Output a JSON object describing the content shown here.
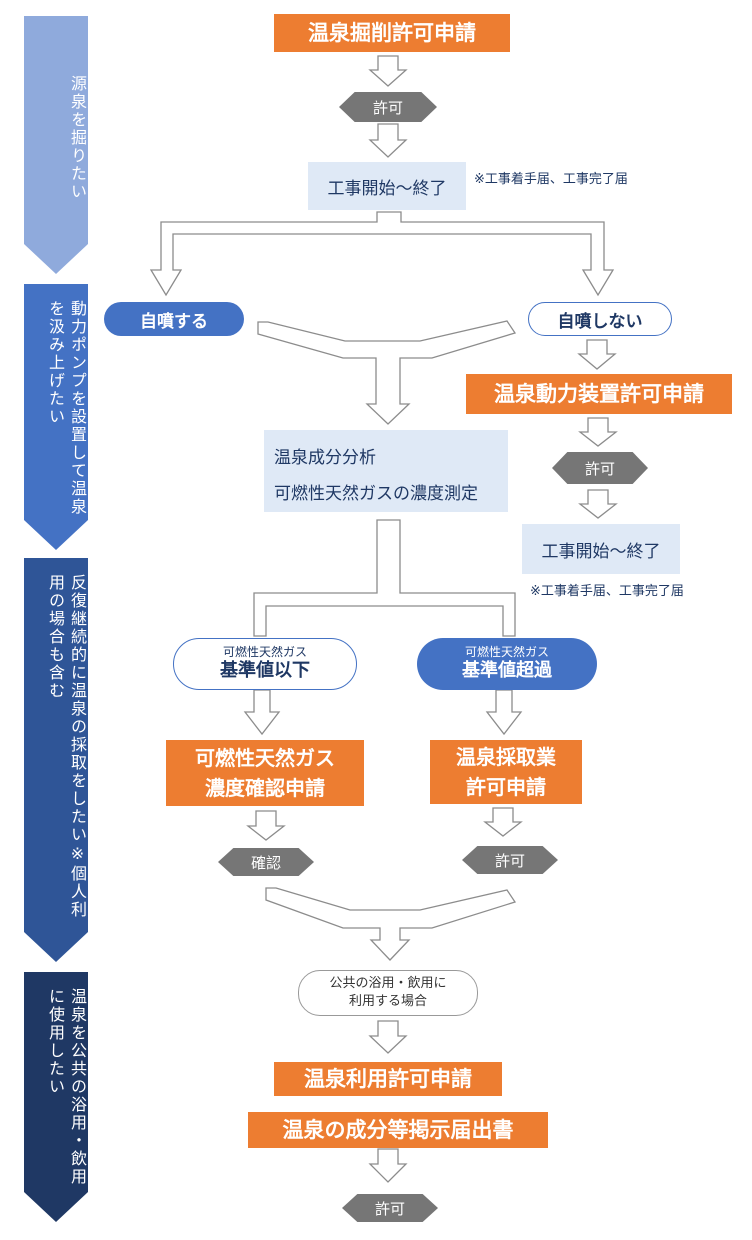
{
  "colors": {
    "orange": "#ed7d31",
    "blue_pill": "#4472c4",
    "light_blue_box": "#dfe9f6",
    "gray_tag": "#767676",
    "phase_1": "#8faadc",
    "phase_2": "#4472c4",
    "phase_3": "#2f5597",
    "phase_4": "#1f3864"
  },
  "phases": [
    {
      "label": "源泉を掘りたい"
    },
    {
      "label": "動力ポンプを設置して温泉を汲み上げたい"
    },
    {
      "label": "反復継続的に温泉の採取をしたい※個人利用の場合も含む"
    },
    {
      "label": "温泉を公共の浴用・飲用に使用したい"
    }
  ],
  "steps": {
    "dig_application": "温泉掘削許可申請",
    "permit_1": "許可",
    "construction_1": "工事開始～終了",
    "note_1": "※工事着手届、工事完了届",
    "self_spouting": "自噴する",
    "not_self_spouting": "自噴しない",
    "power_application": "温泉動力装置許可申請",
    "permit_2": "許可",
    "construction_2": "工事開始～終了",
    "note_2": "※工事着手届、工事完了届",
    "analysis_line1": "温泉成分分析",
    "analysis_line2": "可燃性天然ガスの濃度測定",
    "gas_below_small": "可燃性天然ガス",
    "gas_below_big": "基準値以下",
    "gas_above_small": "可燃性天然ガス",
    "gas_above_big": "基準値超過",
    "gas_confirm_line1": "可燃性天然ガス",
    "gas_confirm_line2": "濃度確認申請",
    "collection_line1": "温泉採取業",
    "collection_line2": "許可申請",
    "confirm": "確認",
    "permit_3": "許可",
    "public_use_line1": "公共の浴用・飲用に",
    "public_use_line2": "利用する場合",
    "use_application": "温泉利用許可申請",
    "component_notice": "温泉の成分等掲示届出書",
    "permit_4": "許可"
  }
}
